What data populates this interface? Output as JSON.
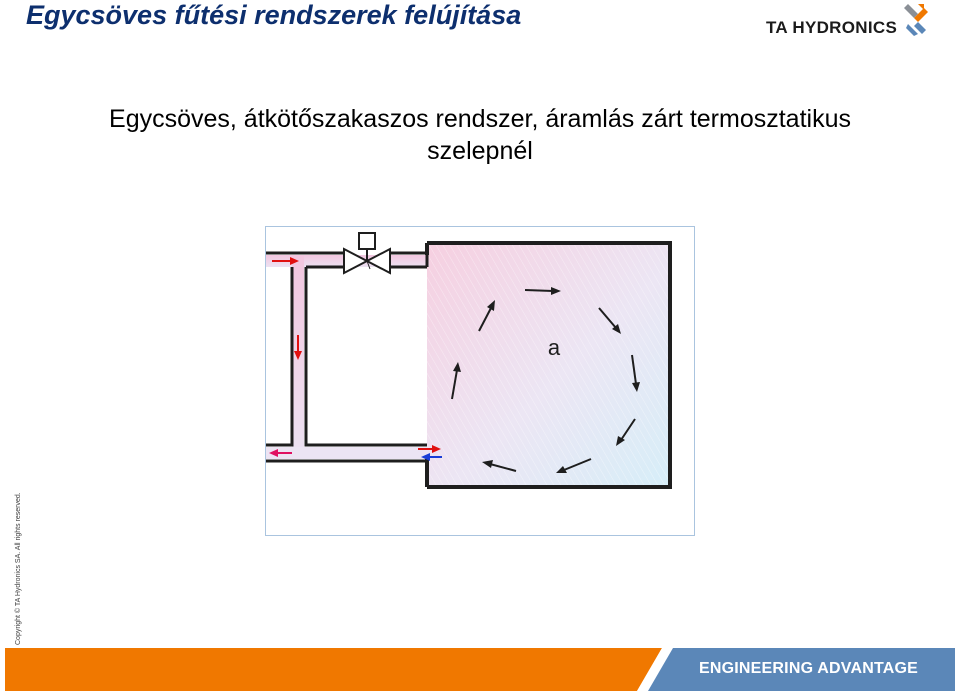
{
  "header": {
    "title": "Egycsöves fűtési rendszerek felújítása",
    "logo_text": "TA HYDRONICS"
  },
  "subtitle_line1": "Egycsöves, átkötőszakaszos rendszer, áramlás zárt termosztatikus",
  "subtitle_line2": "szelepnél",
  "diagram": {
    "room_label": "a"
  },
  "copyright": "Copyright © TA Hydronics SA. All rights reserved.",
  "footer": {
    "label": "ENGINEERING ADVANTAGE"
  },
  "colors": {
    "title": "#0d2f6e",
    "orange": "#f07800",
    "blue": "#5b87b8",
    "arrow_red": "#e01010",
    "arrow_blue": "#1a3dd6"
  }
}
